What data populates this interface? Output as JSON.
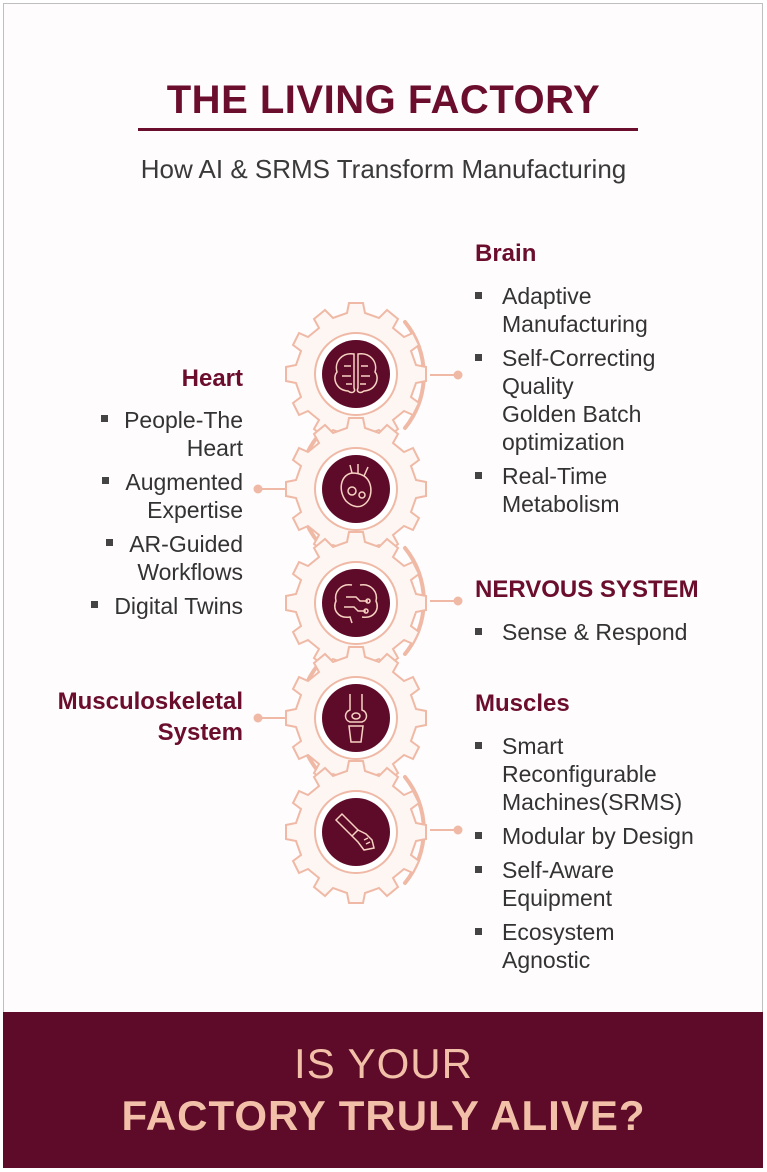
{
  "title": "THE LIVING FACTORY",
  "subtitle": "How AI & SRMS Transform Manufacturing",
  "brain": {
    "title": "Brain",
    "items": [
      [
        "Adaptive",
        "Manufacturing"
      ],
      [
        "Self-Correcting",
        "Quality",
        "Golden Batch",
        "optimization"
      ],
      [
        "Real-Time",
        "Metabolism"
      ]
    ]
  },
  "heart": {
    "title": "Heart",
    "items": [
      [
        "People-The",
        "Heart"
      ],
      [
        "Augmented",
        "Expertise"
      ],
      [
        "AR-Guided",
        "Workflows"
      ],
      [
        "Digital Twins"
      ]
    ]
  },
  "nervous": {
    "title": "NERVOUS SYSTEM",
    "items": [
      [
        "Sense & Respond"
      ]
    ]
  },
  "musculoskeletal": {
    "title_line1": "Musculoskeletal",
    "title_line2": "System"
  },
  "muscles": {
    "title": "Muscles",
    "items": [
      [
        "Smart",
        "Reconfigurable",
        "Machines(SRMS)"
      ],
      [
        "Modular by Design"
      ],
      [
        "Self-Aware",
        "Equipment"
      ],
      [
        "Ecosystem",
        "Agnostic"
      ]
    ]
  },
  "gear_icons": [
    "brain-icon",
    "heart-icon",
    "brain-circuit-icon",
    "knee-joint-icon",
    "robotic-arm-icon"
  ],
  "footer": {
    "line1": "IS YOUR",
    "line2": "FACTORY TRULY ALIVE?"
  },
  "colors": {
    "maroon": "#6b0d2c",
    "footer_bg": "#5e0b29",
    "peach": "#f2c0a8",
    "gear_outline": "#efb9a6"
  }
}
